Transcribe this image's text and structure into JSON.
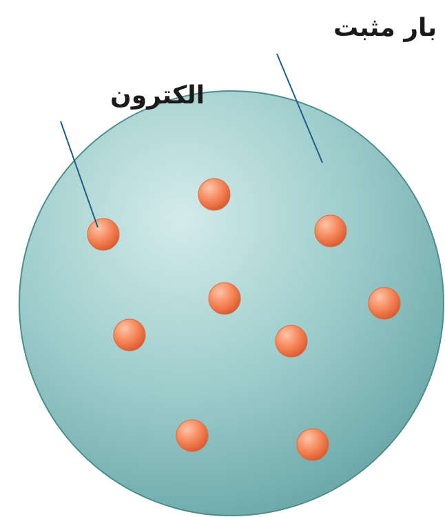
{
  "labels": {
    "positive_charge": "بار مثبت",
    "electron": "الکترون"
  },
  "colors": {
    "sphere_light": "#d3ebea",
    "sphere_mid": "#9ccccb",
    "sphere_dark": "#6aa7a7",
    "sphere_edge": "#4f8d8d",
    "electron_light": "#ffc4a8",
    "electron_mid": "#f58558",
    "electron_dark": "#d9582e",
    "pointer_line": "#1f5c86"
  },
  "electron_count": 9
}
